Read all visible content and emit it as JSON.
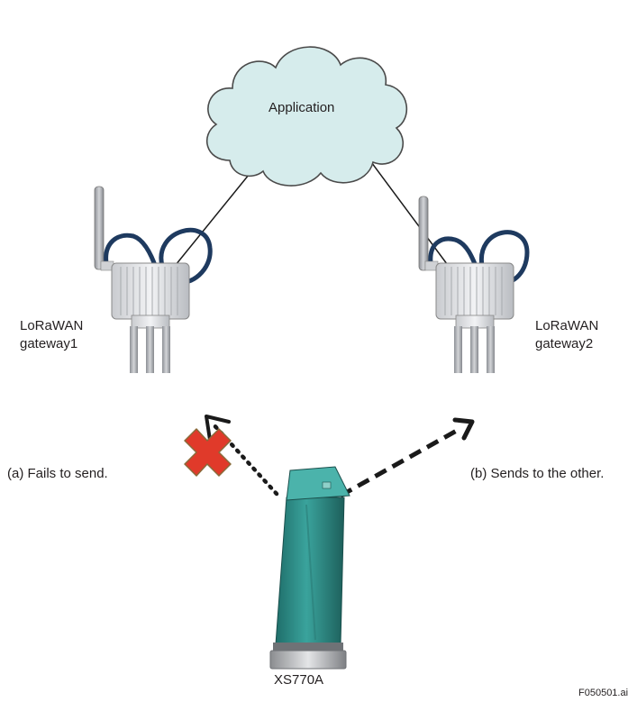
{
  "cloud": {
    "label": "Application",
    "fill": "#d6ecec",
    "stroke": "#4a4a4a"
  },
  "gateway1": {
    "label_line1": "LoRaWAN",
    "label_line2": "gateway1"
  },
  "gateway2": {
    "label_line1": "LoRaWAN",
    "label_line2": "gateway2"
  },
  "path_a": {
    "label": "(a) Fails to send.",
    "status": "failed"
  },
  "path_b": {
    "label": "(b) Sends to the other.",
    "status": "success"
  },
  "device": {
    "label": "XS770A",
    "body_color": "#2f8a85"
  },
  "figure_id": "F050501.ai",
  "colors": {
    "cable": "#1e3a5f",
    "fail_mark": "#e03a2a",
    "fail_mark_outline": "#8a6a3a",
    "arrow": "#1a1a1a"
  }
}
